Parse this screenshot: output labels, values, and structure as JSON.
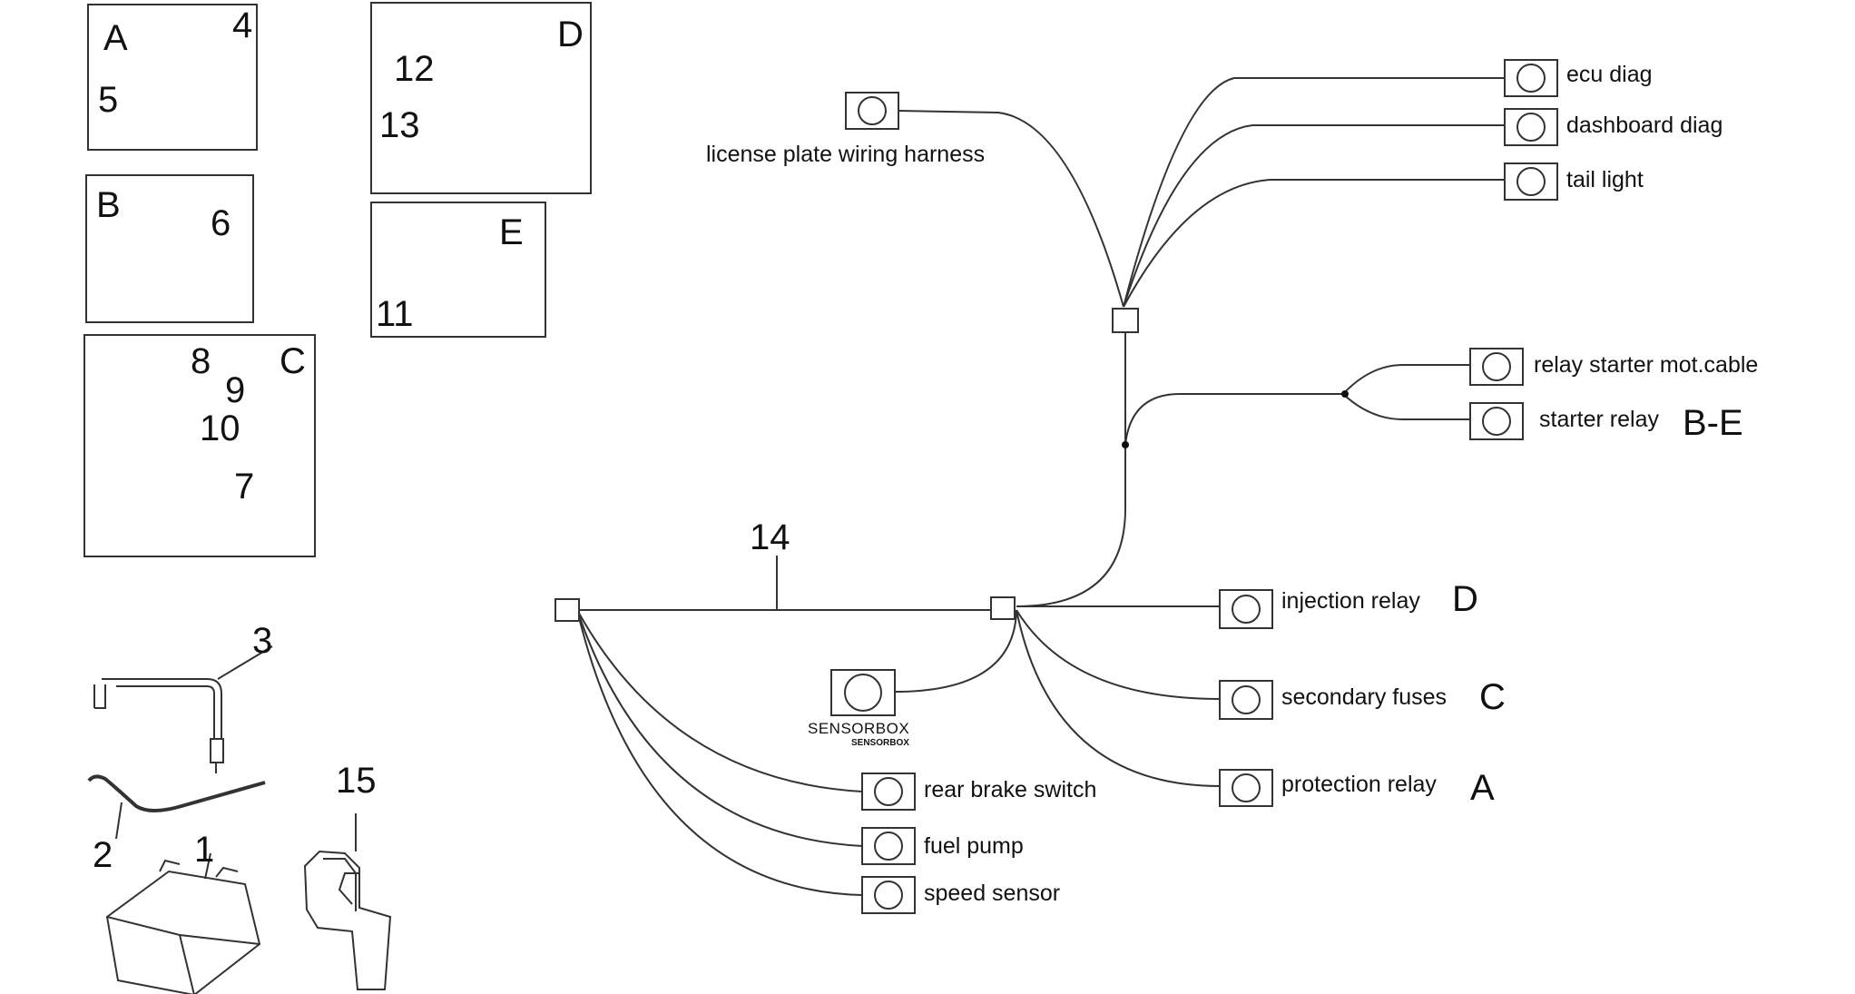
{
  "panels": {
    "a": {
      "letter": "A",
      "callouts": [
        "4",
        "5"
      ]
    },
    "b": {
      "letter": "B",
      "callouts": [
        "6"
      ]
    },
    "c": {
      "letter": "C",
      "callouts": [
        "8",
        "9",
        "10",
        "7"
      ]
    },
    "d": {
      "letter": "D",
      "callouts": [
        "12",
        "13"
      ]
    },
    "e": {
      "letter": "E",
      "callouts": [
        "11"
      ]
    }
  },
  "loose_parts": {
    "p3": "3",
    "p2": "2",
    "p1": "1",
    "p15": "15"
  },
  "harness": {
    "number": "14"
  },
  "connectors": {
    "license_plate": "license plate wiring harness",
    "ecu_diag": "ecu diag",
    "dashboard_diag": "dashboard diag",
    "tail_light": "tail light",
    "relay_starter_cable": "relay starter mot.cable",
    "starter_relay": "starter relay",
    "injection_relay": "injection relay",
    "secondary_fuses": "secondary fuses",
    "protection_relay": "protection relay",
    "rear_brake_switch": "rear brake switch",
    "fuel_pump": "fuel pump",
    "speed_sensor": "speed sensor",
    "sensorbox_big": "SENSORBOX",
    "sensorbox_small": "SENSORBOX"
  },
  "refs": {
    "starter_relay": "B-E",
    "injection_relay": "D",
    "secondary_fuses": "C",
    "protection_relay": "A"
  },
  "colors": {
    "line": "#333333",
    "text": "#111111"
  }
}
